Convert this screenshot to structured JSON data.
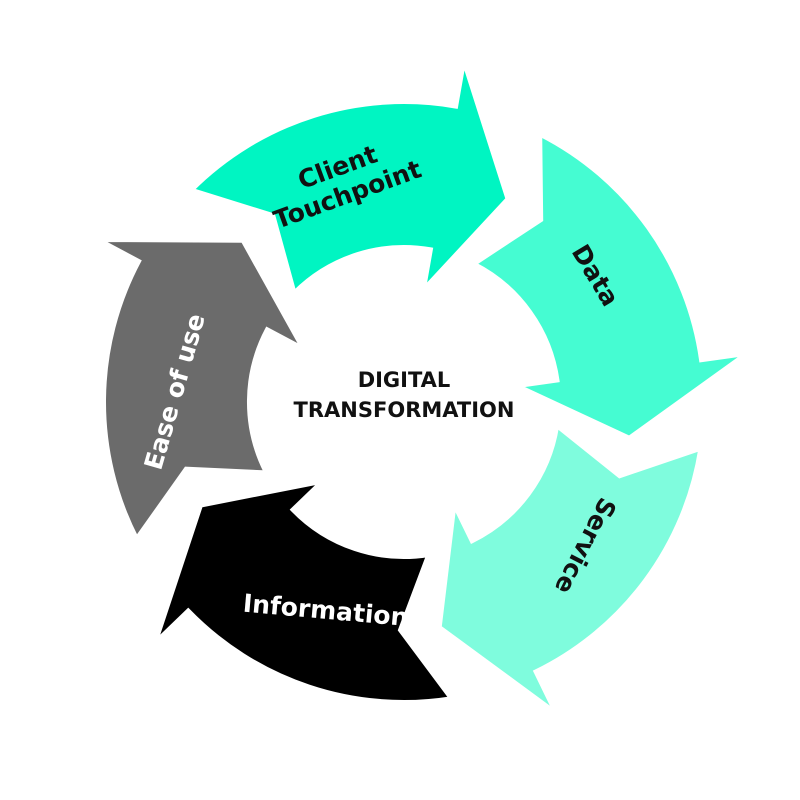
{
  "center": {
    "line1": "DIGITAL",
    "line2": "TRANSFORMATION"
  },
  "segments": [
    {
      "id": "client-touchpoint",
      "lines": [
        "Client",
        "Touchpoint"
      ],
      "color": "#00f5c2",
      "text_color": "#111111"
    },
    {
      "id": "data",
      "lines": [
        "Data"
      ],
      "color": "#45fcd2",
      "text_color": "#111111"
    },
    {
      "id": "service",
      "lines": [
        "Service"
      ],
      "color": "#7ffcdd",
      "text_color": "#111111"
    },
    {
      "id": "information",
      "lines": [
        "Information"
      ],
      "color": "#000000",
      "text_color": "#ffffff"
    },
    {
      "id": "ease-of-use",
      "lines": [
        "Ease of use"
      ],
      "color": "#6b6b6b",
      "text_color": "#ffffff"
    }
  ]
}
